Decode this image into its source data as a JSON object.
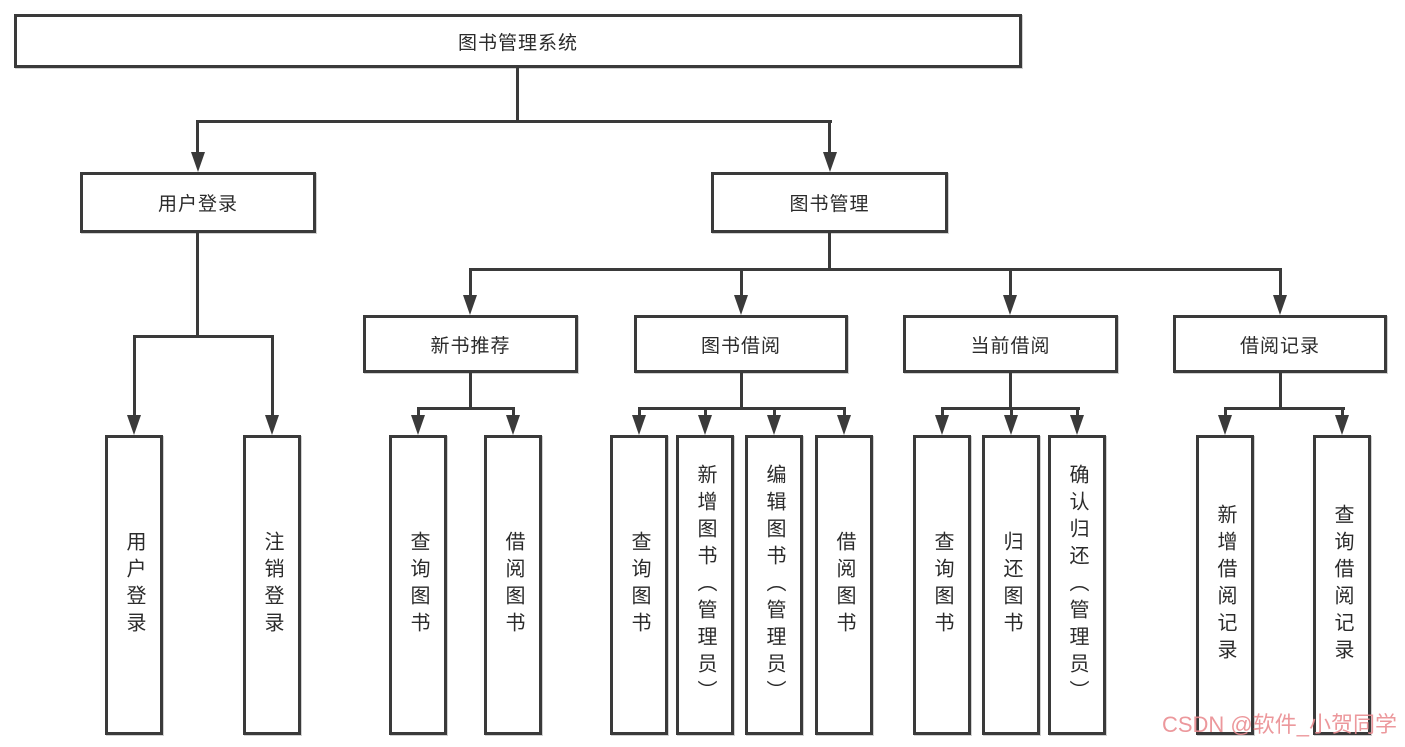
{
  "colors": {
    "line": "#3a3a3a",
    "text": "#2b2b2b",
    "watermark": "#ea8d92",
    "background": "#ffffff"
  },
  "nodes": {
    "root": "图书管理系统",
    "user_login": "用户登录",
    "book_management": "图书管理",
    "new_book_recommend": "新书推荐",
    "book_borrowing": "图书借阅",
    "current_borrowing": "当前借阅",
    "borrowing_records": "借阅记录"
  },
  "leaves": {
    "user_login": "用户登录",
    "logout_login": "注销登录",
    "recommend_query_books": "查询图书",
    "recommend_borrow_books": "借阅图书",
    "borrowing_query_books": "查询图书",
    "borrowing_add_books": "新增图书（管理员）",
    "borrowing_edit_books": "编辑图书（管理员）",
    "borrowing_borrow_books": "借阅图书",
    "current_query_books": "查询图书",
    "current_return_books": "归还图书",
    "current_confirm_return": "确认归还（管理员）",
    "records_add_record": "新增借阅记录",
    "records_query_record": "查询借阅记录"
  },
  "watermark": "CSDN @软件_小贺同学"
}
